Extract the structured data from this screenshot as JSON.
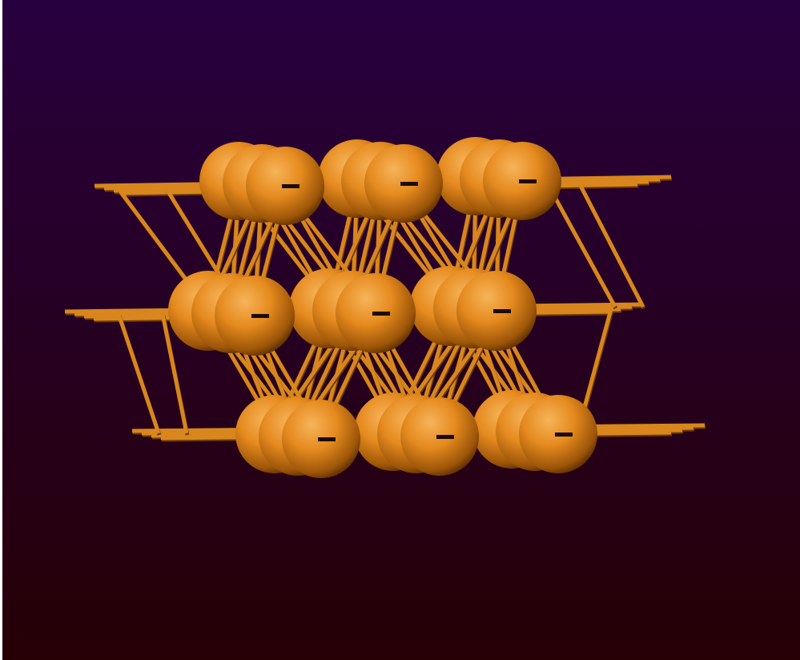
{
  "viewer": {
    "background_top": "#27003f",
    "background_bottom": "#260004",
    "atom_color": "#e58a1e",
    "bond_color": "#d8861d",
    "bond_shadow_color": "#6b3a06",
    "highlight_color": "#f5c27a",
    "atom_count": 27,
    "layers": 3,
    "atoms_per_row": 3,
    "atoms_per_depth": 3
  }
}
